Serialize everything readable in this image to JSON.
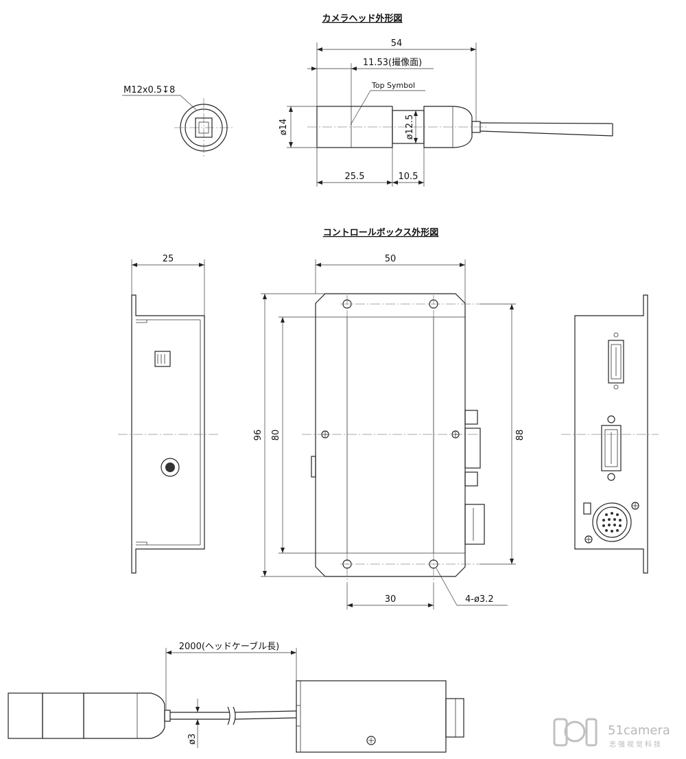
{
  "titles": {
    "camera_head": "カメラヘッド外形図",
    "control_box": "コントロールボックス外形図"
  },
  "camera_head": {
    "thread_label": "M12x0.5↧8",
    "dim_total": "54",
    "dim_sensor": "11.53(撮像面)",
    "top_symbol": "Top Symbol",
    "dim_body_dia": "ø14",
    "dim_neck_dia": "ø12.5",
    "dim_body_len": "25.5",
    "dim_neck_len": "10.5"
  },
  "control_box": {
    "dim_depth": "25",
    "dim_width": "50",
    "dim_height": "96",
    "dim_hole_pitch_v": "80",
    "dim_mount_v": "88",
    "dim_hole_pitch_h": "30",
    "dim_holes": "4-ø3.2"
  },
  "assembly": {
    "cable_length": "2000(ヘッドケーブル長)",
    "cable_dia": "ø3"
  },
  "watermark": {
    "brand": "51camera",
    "sub": "志强视觉科技"
  },
  "colors": {
    "line": "#222222",
    "watermark": "#b8b8b8"
  }
}
